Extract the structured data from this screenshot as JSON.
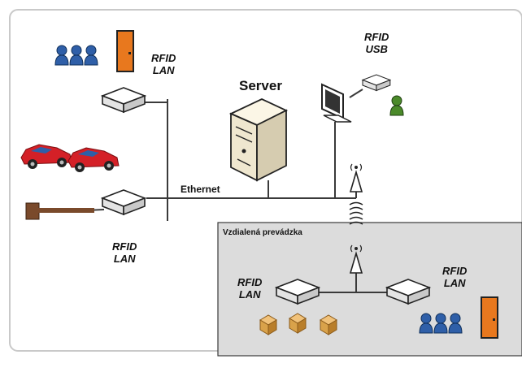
{
  "labels": {
    "rfid_lan_top": [
      "RFID",
      "LAN"
    ],
    "rfid_lan_left": [
      "RFID",
      "LAN"
    ],
    "rfid_usb": [
      "RFID",
      "USB"
    ],
    "server": "Server",
    "ethernet": "Ethernet",
    "remote_site": "Vzdialená prevádzka",
    "rfid_lan_remote_left": [
      "RFID",
      "LAN"
    ],
    "rfid_lan_remote_right": [
      "RFID",
      "LAN"
    ]
  },
  "colors": {
    "frame": "#c9c9c9",
    "remote_bg": "#dcdcdc",
    "line": "#3a3a3a",
    "people": "#2f5fa8",
    "door": "#e8781e",
    "car": "#d42027",
    "barrier": "#7a4a2b",
    "user_green": "#4b8a2a",
    "box": "#d9a24a"
  },
  "icons": [
    "people-icon",
    "door-icon",
    "car-icon",
    "barrier-icon",
    "server-icon",
    "monitor-icon",
    "user-icon",
    "antenna-icon",
    "wireless-waves-icon",
    "package-icon",
    "rfid-reader-icon"
  ]
}
